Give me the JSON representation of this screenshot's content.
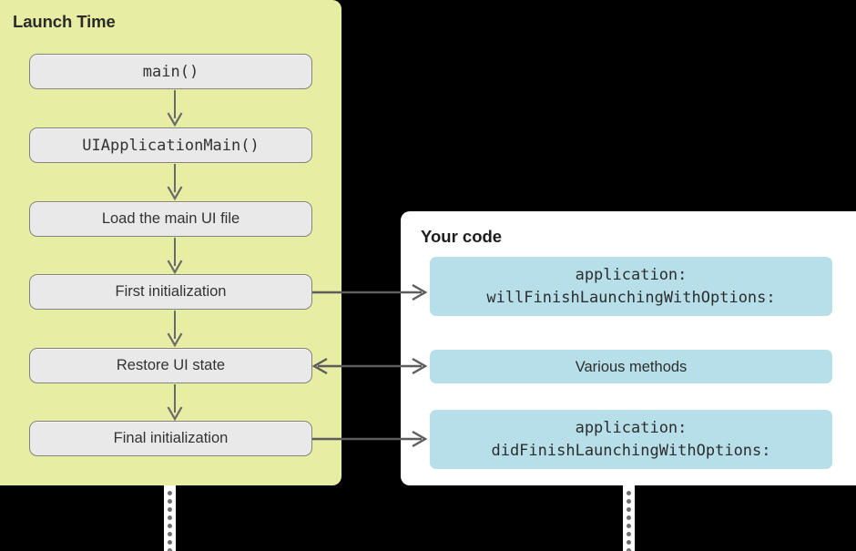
{
  "diagram": {
    "title_left": "Launch Time",
    "title_right": "Your code",
    "colors": {
      "panel_left_bg": "#e7eda2",
      "panel_right_bg": "#ffffff",
      "flow_box_bg": "#e9e9e9",
      "flow_box_border": "#84847c",
      "code_box_bg": "#b7dfe9",
      "background": "#000000",
      "arrow": "#5a5a5a"
    }
  },
  "launch_flow": {
    "steps": [
      {
        "label": "main()",
        "style": "mono"
      },
      {
        "label": "UIApplicationMain()",
        "style": "mono"
      },
      {
        "label": "Load the main UI file",
        "style": "plain"
      },
      {
        "label": "First initialization",
        "style": "plain"
      },
      {
        "label": "Restore UI state",
        "style": "plain"
      },
      {
        "label": "Final initialization",
        "style": "plain"
      }
    ]
  },
  "your_code": {
    "boxes": [
      {
        "line1": "application:",
        "line2": "willFinishLaunchingWithOptions:",
        "style": "mono",
        "arrow": "right"
      },
      {
        "line1": "Various methods",
        "line2": "",
        "style": "plain",
        "arrow": "both"
      },
      {
        "line1": "application:",
        "line2": "didFinishLaunchingWithOptions:",
        "style": "mono",
        "arrow": "right"
      }
    ]
  }
}
